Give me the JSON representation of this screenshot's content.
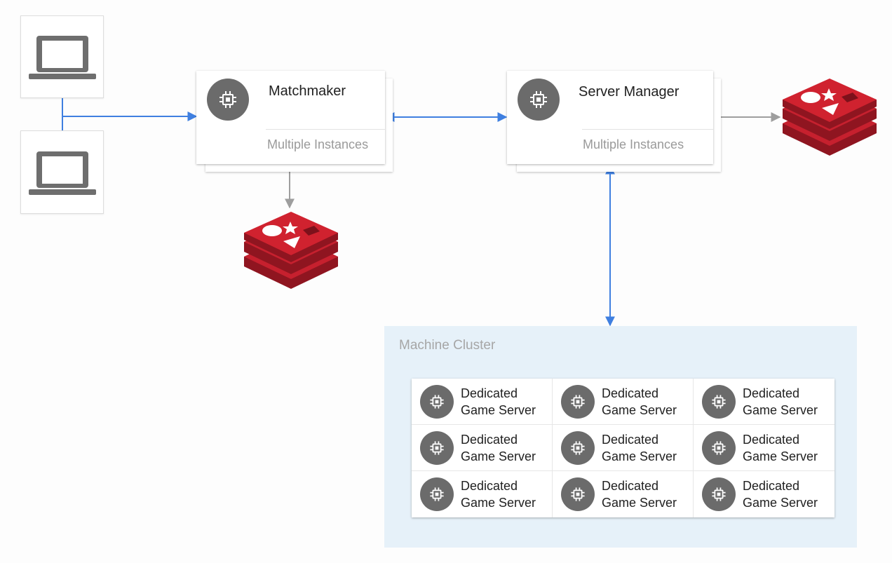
{
  "colors": {
    "connector_blue": "#3f7fe0",
    "connector_gray": "#9e9e9e",
    "icon_circle": "#6b6b6b",
    "redis_red": "#c6202e",
    "cluster_bg": "#e6f1f9"
  },
  "icons": {
    "client": "laptop-icon",
    "service": "cpu-chip-icon",
    "datastore": "redis-icon"
  },
  "matchmaker": {
    "title": "Matchmaker",
    "subtitle": "Multiple Instances"
  },
  "server_manager": {
    "title": "Server Manager",
    "subtitle": "Multiple Instances"
  },
  "cluster": {
    "label": "Machine Cluster",
    "servers": [
      {
        "line1": "Dedicated",
        "line2": "Game Server"
      },
      {
        "line1": "Dedicated",
        "line2": "Game Server"
      },
      {
        "line1": "Dedicated",
        "line2": "Game Server"
      },
      {
        "line1": "Dedicated",
        "line2": "Game Server"
      },
      {
        "line1": "Dedicated",
        "line2": "Game Server"
      },
      {
        "line1": "Dedicated",
        "line2": "Game Server"
      },
      {
        "line1": "Dedicated",
        "line2": "Game Server"
      },
      {
        "line1": "Dedicated",
        "line2": "Game Server"
      },
      {
        "line1": "Dedicated",
        "line2": "Game Server"
      }
    ]
  }
}
